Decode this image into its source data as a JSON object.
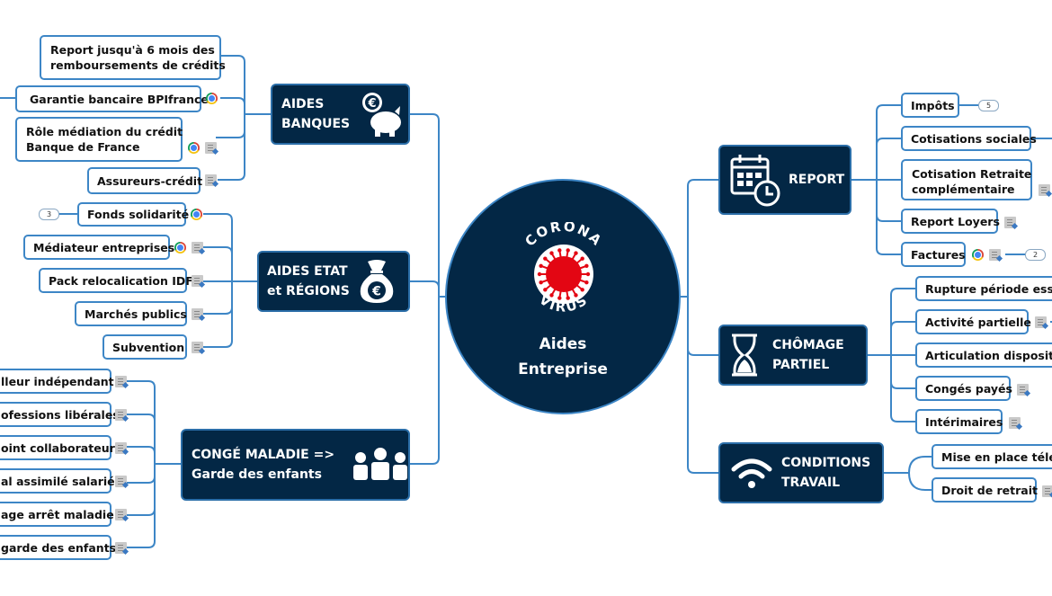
{
  "center": {
    "logo_top": "CORONA",
    "logo_bottom": "VIRUS",
    "title_line1": "Aides",
    "title_line2": "Entreprise"
  },
  "colors": {
    "node_fill": "#032745",
    "connector": "#3d86c6",
    "virus_red": "#e30613"
  },
  "branches": {
    "aides_banques": {
      "label_line1": "AIDES",
      "label_line2": "BANQUES",
      "icon": "piggy-bank-euro-icon",
      "items": [
        {
          "line1": "Report jusqu'à 6 mois des",
          "line2": "remboursements de crédits"
        },
        {
          "label": "Garantie bancaire BPIfrance",
          "icons": [
            "chrome-link-icon"
          ]
        },
        {
          "line1": "Rôle médiation du crédit",
          "line2": "Banque de France",
          "icons": [
            "chrome-link-icon",
            "note-icon"
          ]
        },
        {
          "label": "Assureurs-crédit",
          "icons": [
            "note-icon"
          ]
        }
      ]
    },
    "aides_etat": {
      "label_line1": "AIDES ETAT",
      "label_line2": "et RÉGIONS",
      "icon": "money-bag-euro-icon",
      "items": [
        {
          "label": "Fonds solidarité",
          "icons": [
            "chrome-link-icon"
          ],
          "count": "3"
        },
        {
          "label": "Médiateur entreprises",
          "icons": [
            "chrome-link-icon",
            "note-icon"
          ]
        },
        {
          "label": "Pack relocalication IDF",
          "icons": [
            "note-icon"
          ]
        },
        {
          "label": "Marchés publics",
          "icons": [
            "note-icon"
          ]
        },
        {
          "label": "Subvention",
          "icons": [
            "note-icon"
          ]
        }
      ]
    },
    "conge_maladie": {
      "label_line1": "CONGÉ MALADIE =>",
      "label_line2": "Garde des enfants",
      "icon": "family-icon",
      "items": [
        {
          "label": "lleur indépendant",
          "icons": [
            "note-icon"
          ]
        },
        {
          "label": "ofessions libérales",
          "icons": [
            "note-icon"
          ]
        },
        {
          "label": "oint collaborateur",
          "icons": [
            "note-icon"
          ]
        },
        {
          "label": "al assimilé salarié",
          "icons": [
            "note-icon"
          ]
        },
        {
          "label": "age arrêt maladie",
          "icons": [
            "note-icon"
          ]
        },
        {
          "label": "garde des enfants",
          "icons": [
            "note-icon"
          ]
        }
      ]
    },
    "report": {
      "label": "REPORT",
      "icon": "calendar-clock-icon",
      "items": [
        {
          "label": "Impôts",
          "count": "5"
        },
        {
          "label": "Cotisations sociales"
        },
        {
          "line1": "Cotisation Retraite",
          "line2": "complémentaire",
          "icons": [
            "note-icon"
          ]
        },
        {
          "label": "Report Loyers",
          "icons": [
            "note-icon"
          ]
        },
        {
          "label": "Factures",
          "icons": [
            "chrome-link-icon",
            "note-icon"
          ],
          "count": "2"
        }
      ]
    },
    "chomage": {
      "label_line1": "CHÔMAGE",
      "label_line2": "PARTIEL",
      "icon": "hourglass-icon",
      "items": [
        {
          "label": "Rupture période essai"
        },
        {
          "label": "Activité partielle",
          "icons": [
            "note-icon"
          ]
        },
        {
          "label": "Articulation dispositifs"
        },
        {
          "label": "Congés payés",
          "icons": [
            "note-icon"
          ]
        },
        {
          "label": "Intérimaires",
          "icons": [
            "note-icon"
          ]
        }
      ]
    },
    "conditions": {
      "label_line1": "CONDITIONS",
      "label_line2": "TRAVAIL",
      "icon": "wifi-icon",
      "items": [
        {
          "label": "Mise en place télétr"
        },
        {
          "label": "Droit de retrait",
          "icons": [
            "note-icon"
          ]
        }
      ]
    }
  }
}
